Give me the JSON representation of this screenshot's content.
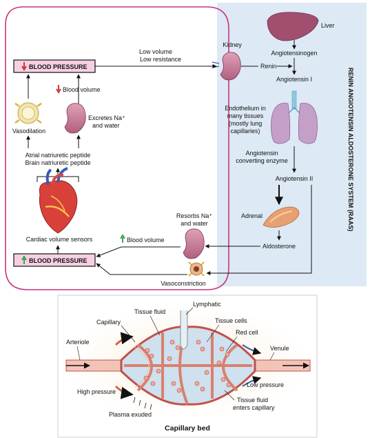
{
  "raas": {
    "side_title": "RENIN ANGIOTENSIN ALDOSTERONE SYSTEM (RAAS)",
    "liver": "Liver",
    "kidney": "Kidney",
    "angiotensinogen": "Angiotensinogen",
    "renin": "Renin",
    "angiotensin_1": "Angiotensin I",
    "endothelium_lines": [
      "Endothelium in",
      "many tissues",
      "(mostly lung",
      "capillaries)"
    ],
    "ace_lines": [
      "Angiotensin",
      "converting enzyme"
    ],
    "angiotensin_2": "Angiotensin II",
    "adrenal": "Adrenal",
    "aldosterone": "Aldosterone"
  },
  "left": {
    "bp_low": "BLOOD PRESSURE",
    "bp_high": "BLOOD PRESSURE",
    "low_volume": "Low volume",
    "low_resistance": "Low resistance",
    "blood_volume_down": "Blood volume",
    "vasodilation": "Vasodilation",
    "excretes_lines": [
      "Excretes Na⁺",
      "and water"
    ],
    "atrial": "Atrial natriuretic peptide",
    "brain": "Brain natriuretic peptide",
    "cardiac_sensors": "Cardiac volume sensors",
    "blood_volume_up": "Blood volume",
    "resorbs_lines": [
      "Resorbs Na⁺",
      "and water"
    ],
    "vasoconstriction": "Vasoconstriction"
  },
  "capillary": {
    "title": "Capillary bed",
    "tissue_fluid": "Tissue fluid",
    "lymphatic": "Lymphatic",
    "capillary": "Capillary",
    "tissue_cells": "Tissue cells",
    "red_cell": "Red cell",
    "arteriole": "Arteriole",
    "venule": "Venule",
    "low_pressure": "Low pressure",
    "high_pressure": "High pressure",
    "tissue_fluid_enters_lines": [
      "Tissue fluid",
      "enters capillary"
    ],
    "plasma_exuded": "Plasma exuded"
  },
  "colors": {
    "raas_panel": "#dde9f5",
    "magenta_frame": "#c8327d",
    "bp_box_fill": "#f6d0e2",
    "kidney": "#c97a95",
    "liver": "#a0506e",
    "lung": "#c4a0c8",
    "adrenal": "#e8a070",
    "capillary_wall": "#d9806e",
    "down_arrow": "#cc2222",
    "up_arrow": "#2a9a3a"
  }
}
